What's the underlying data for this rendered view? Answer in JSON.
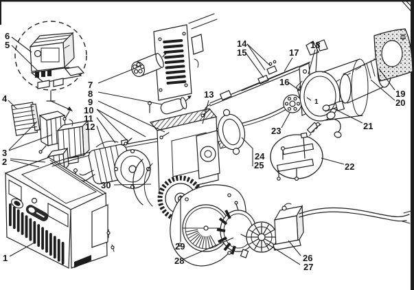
{
  "figure": {
    "colors": {
      "background": "#ffffff",
      "line": "#1c1c1c",
      "slot_fill": "#1c1c1c",
      "gasket_dot": "#555555",
      "frame": "#000000"
    },
    "callouts": [
      {
        "label": "1"
      },
      {
        "label": "2"
      },
      {
        "label": "3"
      },
      {
        "label": "4"
      },
      {
        "label": "5"
      },
      {
        "label": "6"
      },
      {
        "label": "7"
      },
      {
        "label": "8"
      },
      {
        "label": "9"
      },
      {
        "label": "10"
      },
      {
        "label": "11"
      },
      {
        "label": "12"
      },
      {
        "label": "13"
      },
      {
        "label": "14"
      },
      {
        "label": "15"
      },
      {
        "label": "16"
      },
      {
        "label": "17"
      },
      {
        "label": "18"
      },
      {
        "label": "19"
      },
      {
        "label": "20"
      },
      {
        "label": "21"
      },
      {
        "label": "22"
      },
      {
        "label": "23"
      },
      {
        "label": "24"
      },
      {
        "label": "25"
      },
      {
        "label": "26"
      },
      {
        "label": "27"
      },
      {
        "label": "28"
      },
      {
        "label": "29"
      },
      {
        "label": "30"
      }
    ],
    "part_face_mark": {
      "label": "1"
    }
  }
}
